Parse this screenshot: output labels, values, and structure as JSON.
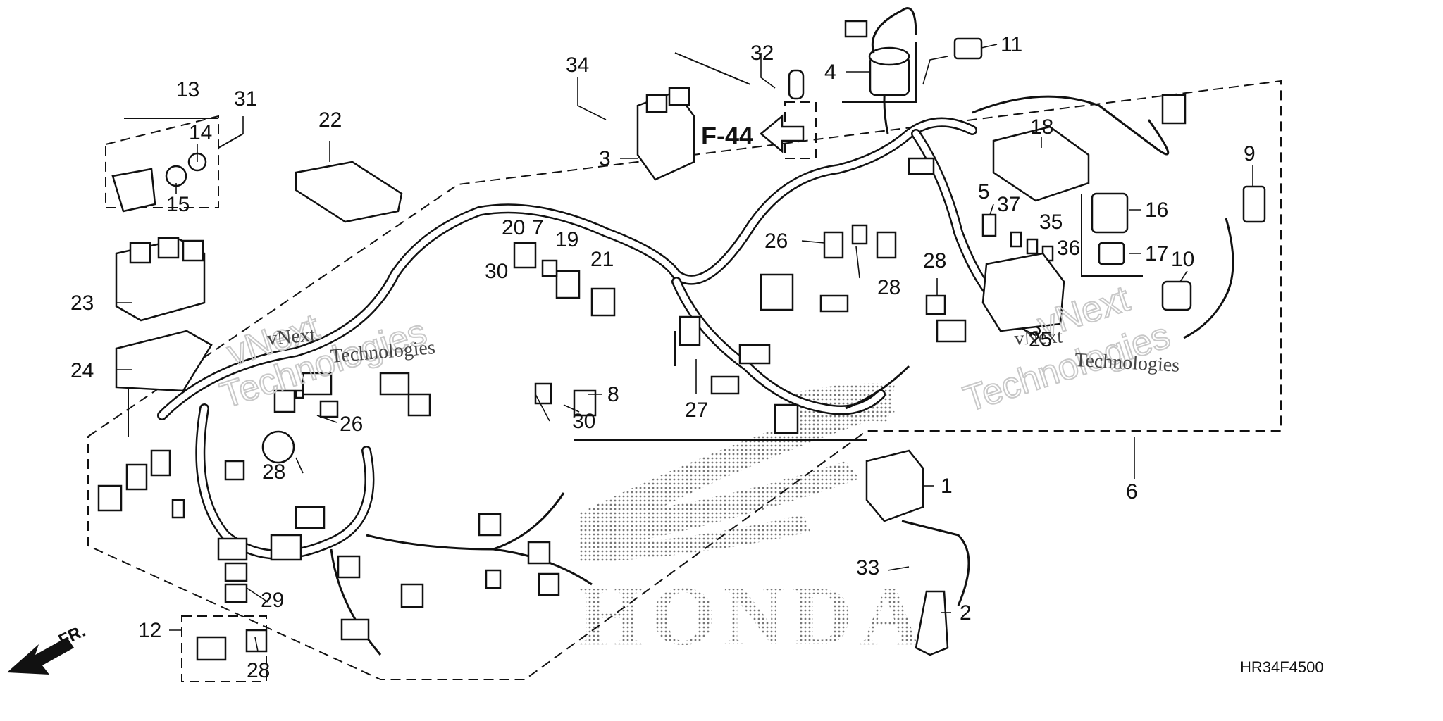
{
  "diagram": {
    "code": "HR34F4500",
    "ref_label": "F-44",
    "direction_label": "FR.",
    "brand_mark": "HONDA",
    "watermarks": [
      {
        "top": "vNext",
        "bottom": "Technologies"
      },
      {
        "top": "vNext",
        "bottom": "Technologies"
      }
    ],
    "part_numbers": [
      "1",
      "2",
      "3",
      "4",
      "5",
      "6",
      "7",
      "8",
      "9",
      "10",
      "11",
      "12",
      "13",
      "14",
      "15",
      "16",
      "17",
      "18",
      "19",
      "20",
      "21",
      "22",
      "23",
      "24",
      "25",
      "26",
      "27",
      "28",
      "29",
      "30",
      "31",
      "32",
      "33",
      "34",
      "35",
      "36",
      "37"
    ],
    "callouts": [
      {
        "n": "34"
      },
      {
        "n": "32"
      },
      {
        "n": "4"
      },
      {
        "n": "11"
      },
      {
        "n": "13"
      },
      {
        "n": "31"
      },
      {
        "n": "14"
      },
      {
        "n": "15"
      },
      {
        "n": "22"
      },
      {
        "n": "3"
      },
      {
        "n": "18"
      },
      {
        "n": "9"
      },
      {
        "n": "5"
      },
      {
        "n": "37"
      },
      {
        "n": "35"
      },
      {
        "n": "36"
      },
      {
        "n": "16"
      },
      {
        "n": "17"
      },
      {
        "n": "10"
      },
      {
        "n": "20"
      },
      {
        "n": "7"
      },
      {
        "n": "19"
      },
      {
        "n": "21"
      },
      {
        "n": "26"
      },
      {
        "n": "28"
      },
      {
        "n": "28"
      },
      {
        "n": "30"
      },
      {
        "n": "23"
      },
      {
        "n": "24"
      },
      {
        "n": "8"
      },
      {
        "n": "30"
      },
      {
        "n": "26"
      },
      {
        "n": "27"
      },
      {
        "n": "25"
      },
      {
        "n": "6"
      },
      {
        "n": "28"
      },
      {
        "n": "1"
      },
      {
        "n": "33"
      },
      {
        "n": "2"
      },
      {
        "n": "29"
      },
      {
        "n": "12"
      },
      {
        "n": "28"
      }
    ]
  }
}
